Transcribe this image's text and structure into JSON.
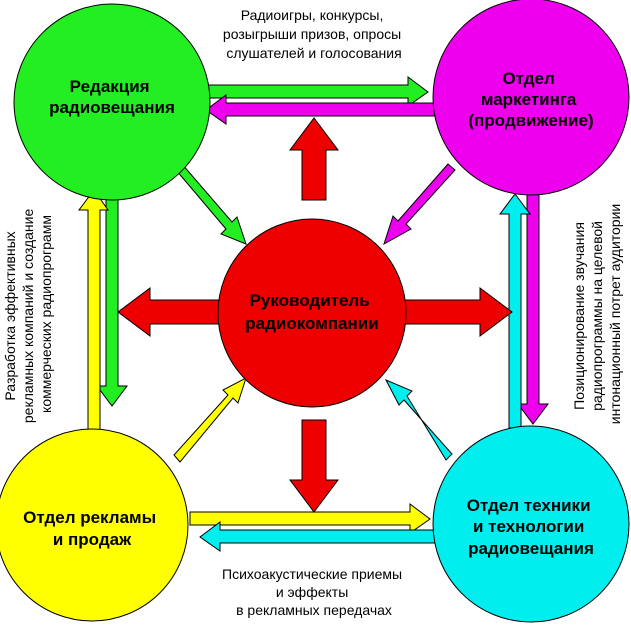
{
  "colors": {
    "editorial": "#22ee22",
    "marketing": "#ee00ee",
    "advertising": "#ffff00",
    "technical": "#00eeee",
    "center": "#ee0000"
  },
  "nodes": {
    "editorial": {
      "lines": [
        "Редакция",
        "радиовещания"
      ]
    },
    "marketing": {
      "lines": [
        "Отдел",
        "маркетинга",
        "(продвижение)"
      ]
    },
    "center": {
      "lines": [
        "Руководитель",
        "радиокомпании"
      ]
    },
    "advertising": {
      "lines": [
        "Отдел рекламы",
        "и  продаж"
      ]
    },
    "technical": {
      "lines": [
        "Отдел техники",
        "и  технологии",
        "радиовещания"
      ]
    }
  },
  "notes": {
    "top": {
      "lines": [
        "Радиоигры, конкурсы,",
        "розыгрыши призов, опросы",
        "слушателей и голосования"
      ]
    },
    "left": {
      "lines": [
        "Разработка эффективных",
        "рекламных компаний и создание",
        "коммерческих радиопрограмм"
      ]
    },
    "right": {
      "lines": [
        "Позиционирование звучания",
        "радиопрограммы на целевой",
        "интонационный потрет аудитории"
      ]
    },
    "bottom": {
      "lines": [
        "Психоакустические приемы",
        "и эффекты",
        "в рекламных передачах"
      ]
    }
  }
}
